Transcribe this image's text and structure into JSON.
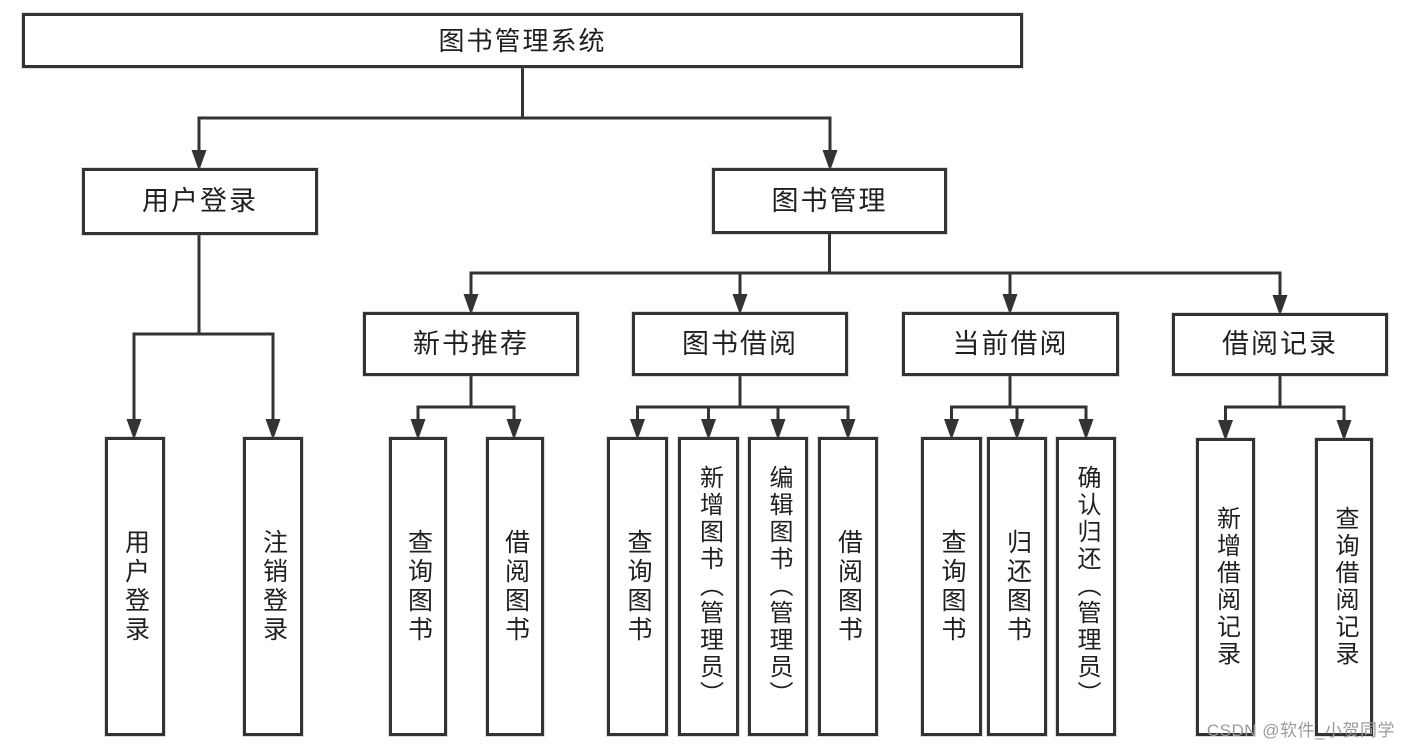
{
  "watermark": "CSDN @软件_小贺同学",
  "colors": {
    "line": "#333333",
    "node_border": "#333333",
    "text": "#1f1f1f",
    "watermark_text": "#9b9b9b",
    "background": "#ffffff"
  },
  "tree": {
    "label": "图书管理系统",
    "children": [
      {
        "label": "用户登录",
        "children": [
          {
            "label": "用户登录"
          },
          {
            "label": "注销登录"
          }
        ]
      },
      {
        "label": "图书管理",
        "children": [
          {
            "label": "新书推荐",
            "children": [
              {
                "label": "查询图书"
              },
              {
                "label": "借阅图书"
              }
            ]
          },
          {
            "label": "图书借阅",
            "children": [
              {
                "label": "查询图书"
              },
              {
                "label": "新增图书（管理员）"
              },
              {
                "label": "编辑图书（管理员）"
              },
              {
                "label": "借阅图书"
              }
            ]
          },
          {
            "label": "当前借阅",
            "children": [
              {
                "label": "查询图书"
              },
              {
                "label": "归还图书"
              },
              {
                "label": "确认归还（管理员）"
              }
            ]
          },
          {
            "label": "借阅记录",
            "children": [
              {
                "label": "新增借阅记录"
              },
              {
                "label": "查询借阅记录"
              }
            ]
          }
        ]
      }
    ]
  }
}
